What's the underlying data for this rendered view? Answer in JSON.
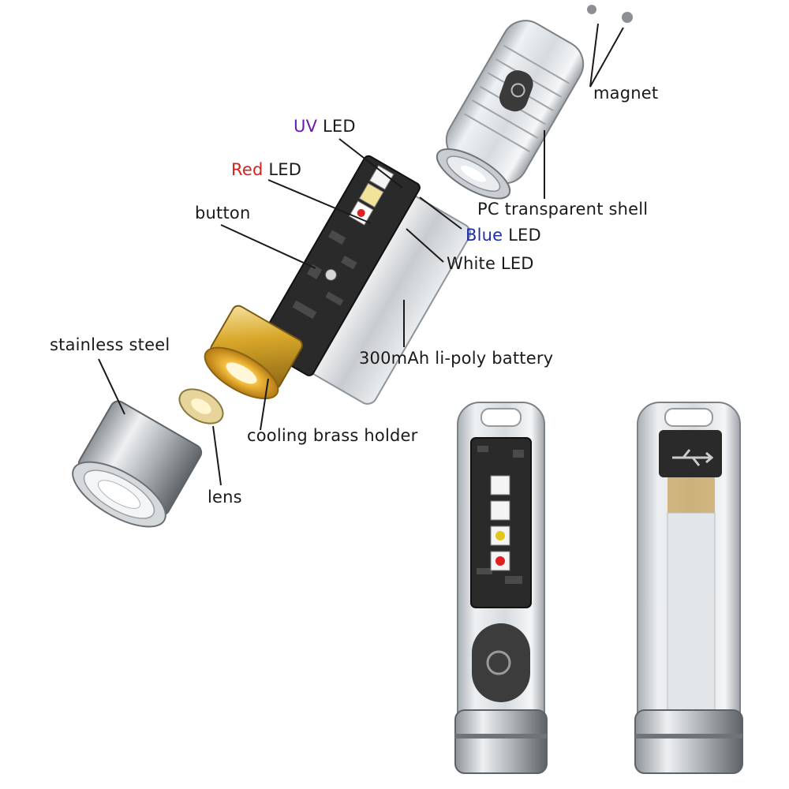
{
  "labels": {
    "magnet": "magnet",
    "uv_led": {
      "color_word": "UV",
      "rest": " LED",
      "color": "#6a1bb0"
    },
    "red_led": {
      "color_word": "Red",
      "rest": " LED",
      "color": "#d8201c"
    },
    "button": "button",
    "pc_shell": "PC transparent shell",
    "blue_led": {
      "color_word": "Blue",
      "rest": " LED",
      "color": "#1d2fa8"
    },
    "white_led": "White LED",
    "stainless_steel": "stainless steel",
    "battery": "300mAh li-poly battery",
    "brass_holder": "cooling brass holder",
    "lens": "lens"
  },
  "icons": {
    "power": "power-button-icon",
    "usb": "usb-icon"
  },
  "colors": {
    "brass": "#d9a82a",
    "steel": "#b9bec3",
    "pcb": "#2a2a2a",
    "shell": "#d8dde0"
  }
}
